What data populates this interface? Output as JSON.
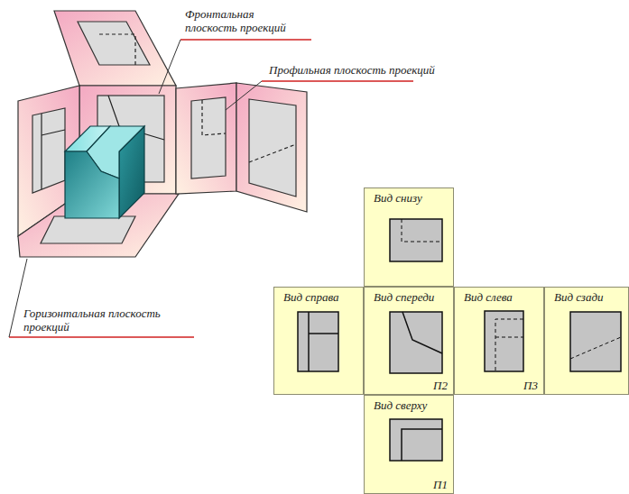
{
  "diagram": {
    "nodes": [
      {
        "text": [
          "Вид снизу"
        ]
      },
      {
        "text": [
          "Вид справа"
        ]
      },
      {
        "text": [
          "Вид спереди",
          "П2"
        ]
      },
      {
        "text": [
          "Вид слева",
          "П3"
        ]
      },
      {
        "text": [
          "Вид сзади"
        ]
      },
      {
        "text": [
          "Вид сверху",
          "П1"
        ]
      }
    ],
    "labels": [
      "Фронтальная плоскость проекций",
      "Профильная плоскость проекций",
      "Горизонтальная плоскость проекций"
    ]
  }
}
